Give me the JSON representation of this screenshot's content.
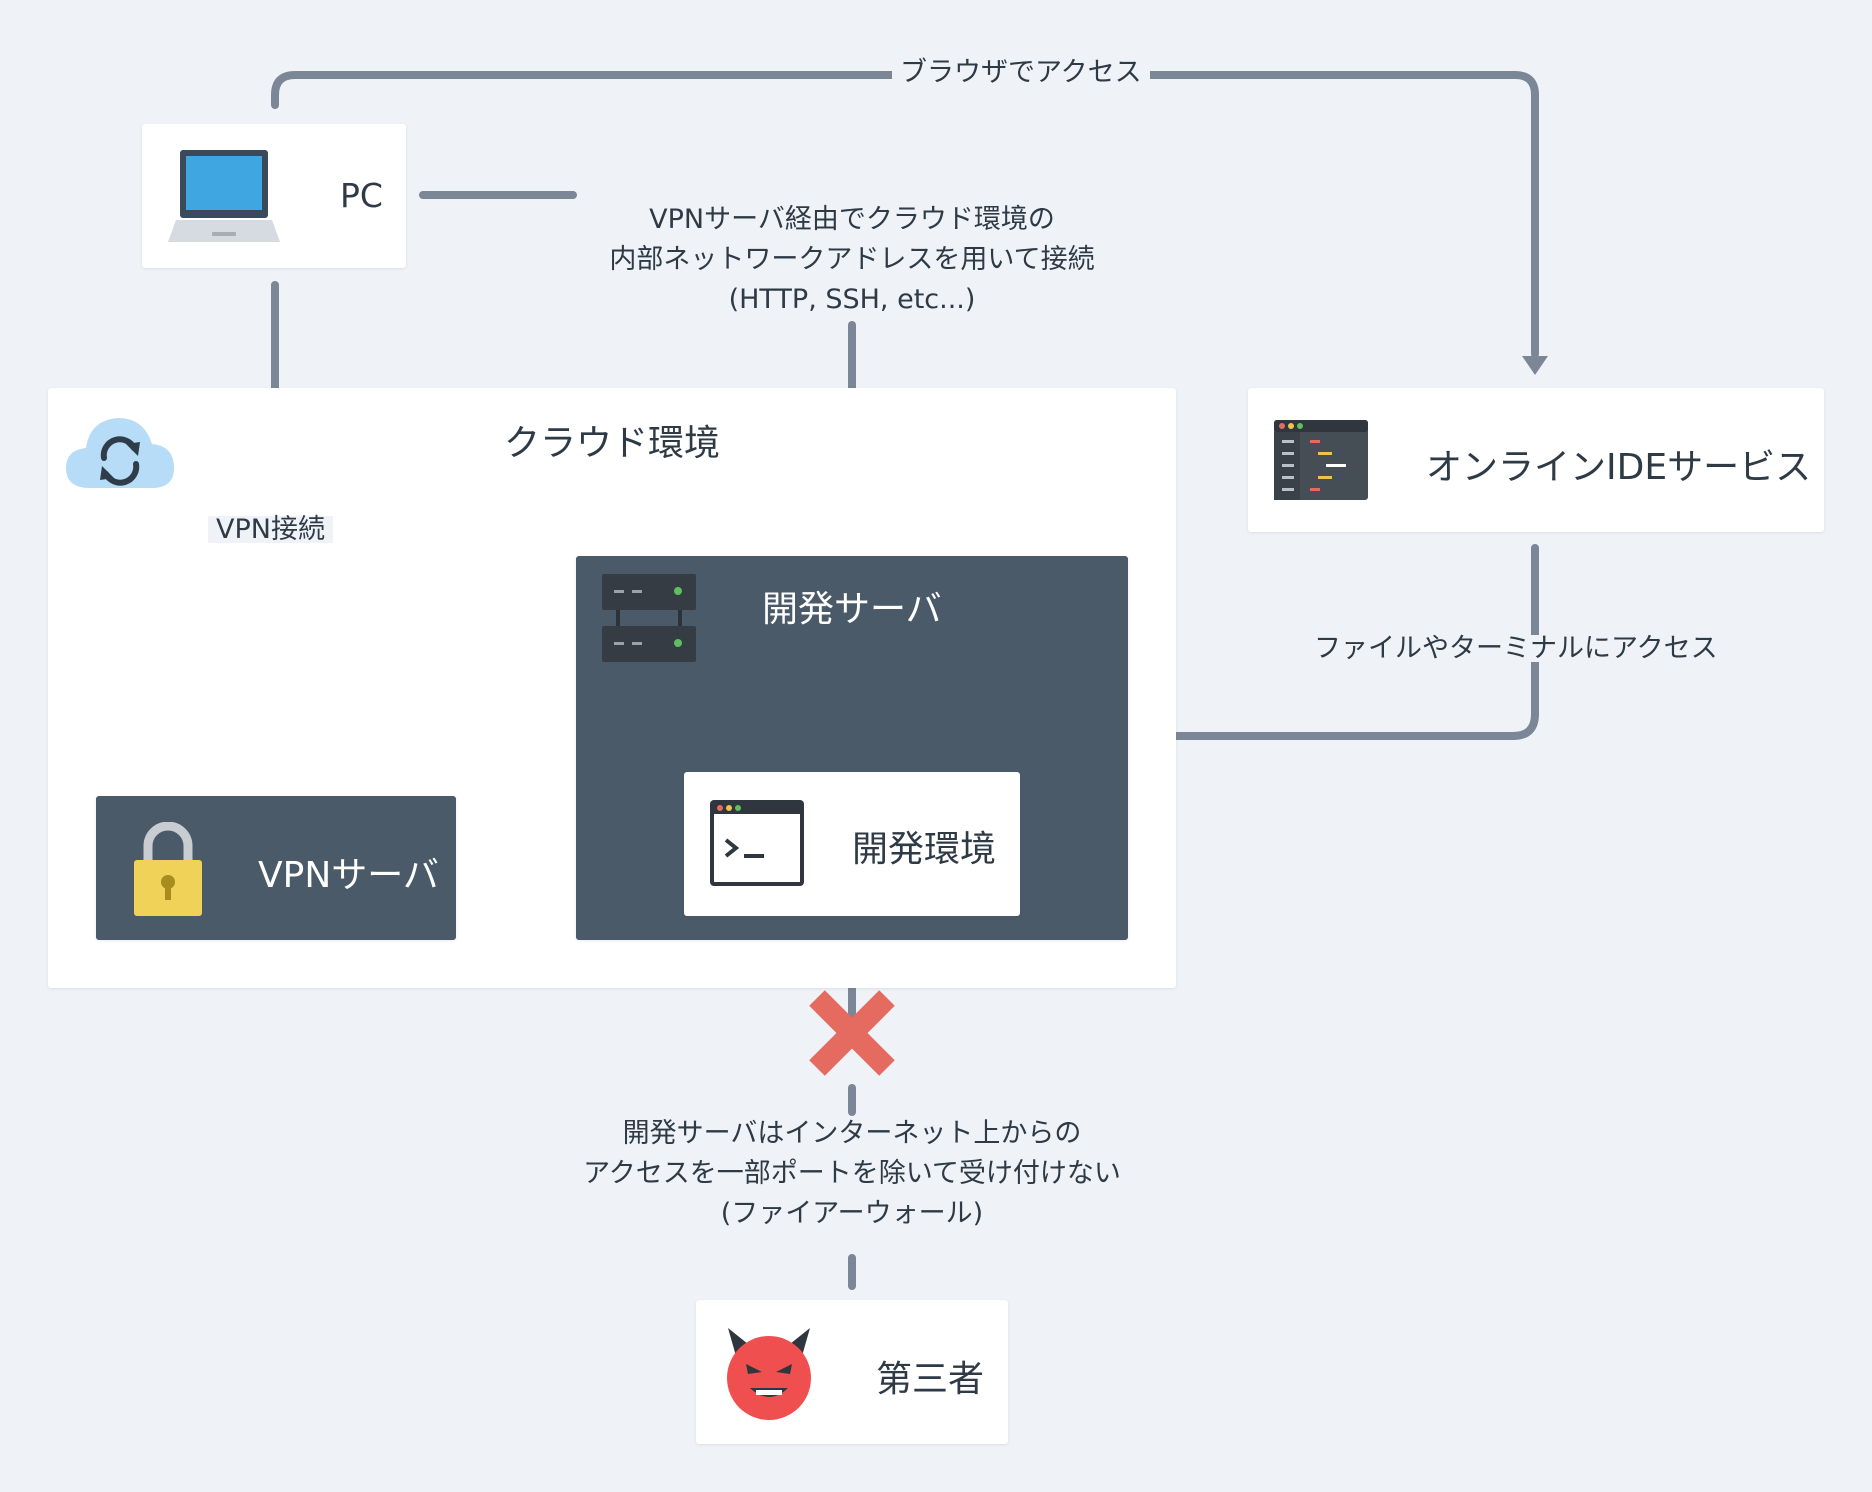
{
  "colors": {
    "background": "#eff3f7",
    "card": "#ffffff",
    "dark_card": "#4b5a69",
    "connector": "#7b8796",
    "blocked": "#e56a5f",
    "text": "#2e3a46"
  },
  "nodes": {
    "pc": {
      "label": "PC",
      "icon": "laptop-icon"
    },
    "online_ide": {
      "label": "オンラインIDEサービス",
      "icon": "code-editor-icon"
    },
    "cloud": {
      "label": "クラウド環境",
      "icon": "cloud-sync-icon"
    },
    "vpn_server": {
      "label": "VPNサーバ",
      "icon": "padlock-icon"
    },
    "dev_server": {
      "label": "開発サーバ",
      "icon": "server-rack-icon"
    },
    "dev_env": {
      "label": "開発環境",
      "icon": "terminal-icon"
    },
    "third_party": {
      "label": "第三者",
      "icon": "devil-face-icon"
    }
  },
  "edges": {
    "browser_access": "ブラウザでアクセス",
    "vpn_connect": "VPN接続",
    "internal_access": [
      "VPNサーバ経由でクラウド環境の",
      "内部ネットワークアドレスを用いて接続",
      "(HTTP, SSH, etc...)"
    ],
    "file_terminal_access": "ファイルやターミナルにアクセス",
    "firewall_note": [
      "開発サーバはインターネット上からの",
      "アクセスを一部ポートを除いて受け付けない",
      "(ファイアーウォール)"
    ]
  },
  "blocked_marker": "x-mark-icon"
}
